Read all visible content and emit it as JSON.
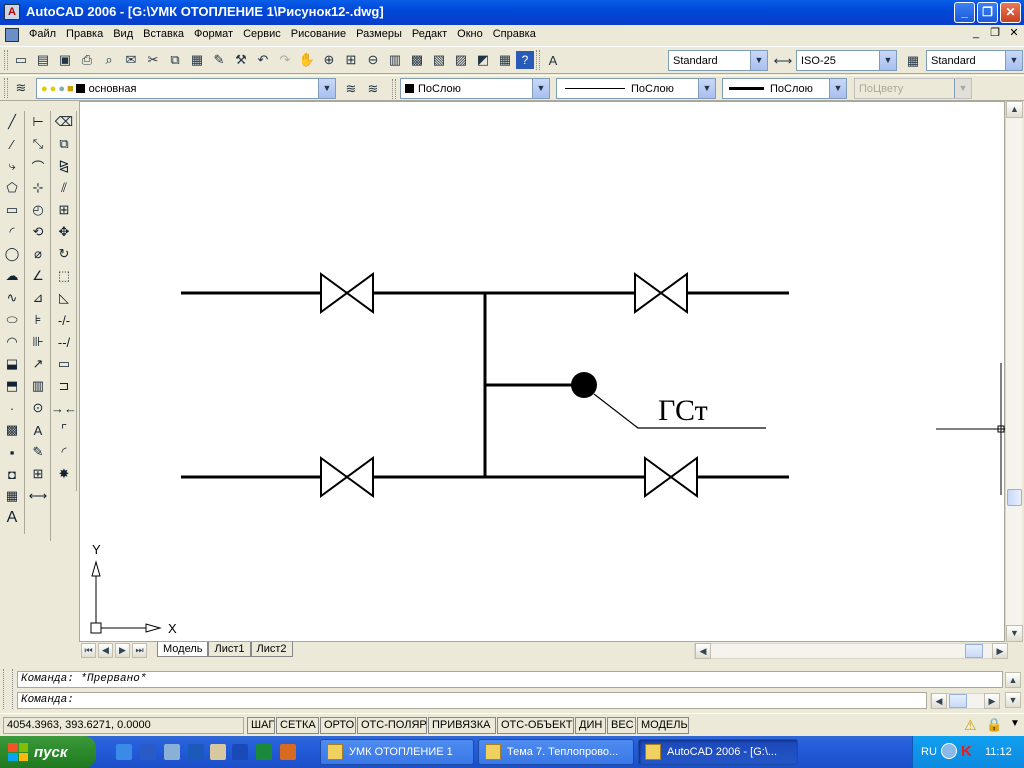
{
  "window": {
    "title": "AutoCAD 2006 - [G:\\УМК ОТОПЛЕНИЕ 1\\Рисунок12-.dwg]",
    "minimize": "_",
    "restore": "❐",
    "close": "✕"
  },
  "menubar": {
    "items": [
      "Файл",
      "Правка",
      "Вид",
      "Вставка",
      "Формат",
      "Сервис",
      "Рисование",
      "Размеры",
      "Редакт",
      "Окно",
      "Справка"
    ],
    "mdi_minimize": "_",
    "mdi_restore": "❐",
    "mdi_close": "✕"
  },
  "styles_toolbar": {
    "text_style": "Standard",
    "dim_style": "ISO-25",
    "table_style": "Standard"
  },
  "layers_toolbar": {
    "layer": "основная",
    "color": "ПоСлою",
    "linetype": "ПоСлою",
    "lineweight": "ПоСлою",
    "plot_style": "ПоЦвету"
  },
  "drawing": {
    "label": "ГСт",
    "ucs_x": "X",
    "ucs_y": "Y"
  },
  "tabs": {
    "items": [
      "Модель",
      "Лист1",
      "Лист2"
    ],
    "active": "Модель"
  },
  "command": {
    "line1": "Команда: *Прервано*",
    "line2": "Команда:"
  },
  "status": {
    "coords": "4054.3963, 393.6271, 0.0000",
    "buttons": [
      "ШАГ",
      "СЕТКА",
      "ОРТО",
      "ОТС-ПОЛЯР",
      "ПРИВЯЗКА",
      "ОТС-ОБЪЕКТ",
      "ДИН",
      "ВЕС",
      "МОДЕЛЬ"
    ]
  },
  "taskbar": {
    "start": "пуск",
    "tasks": [
      {
        "label": "УМК ОТОПЛЕНИЕ 1",
        "active": false
      },
      {
        "label": "Тема 7. Теплопрово...",
        "active": false
      },
      {
        "label": "AutoCAD 2006 - [G:\\...",
        "active": true
      }
    ],
    "lang": "RU",
    "time": "11:12"
  },
  "colors": {
    "titlebar": "#0a5ee8",
    "taskbar": "#245edc",
    "start": "#2c8a2c",
    "chrome": "#ece9d8"
  }
}
